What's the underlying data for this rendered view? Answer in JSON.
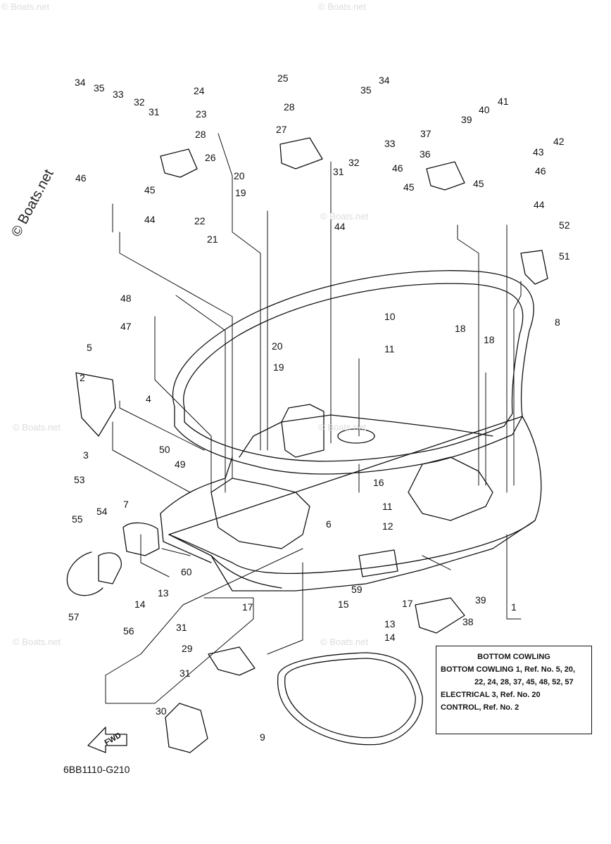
{
  "brand": "© Boats.net",
  "watermark_text": "© Boats.net",
  "footer_code": "6BB1110-G210",
  "fwd_label": "FWD",
  "legend": {
    "title": "BOTTOM COWLING",
    "line1": "BOTTOM COWLING 1,  Ref. No. 5, 20,",
    "line2": "22, 24, 28, 37, 45, 48, 52, 57",
    "line3": "ELECTRICAL 3,  Ref. No. 20",
    "line4": "CONTROL,  Ref. No. 2"
  },
  "part_numbers": [
    "34",
    "35",
    "33",
    "32",
    "31",
    "28",
    "26",
    "24",
    "25",
    "23",
    "46",
    "45",
    "44",
    "22",
    "21",
    "20",
    "19",
    "27",
    "28",
    "31",
    "32",
    "35",
    "34",
    "33",
    "46",
    "45",
    "44",
    "37",
    "36",
    "39",
    "40",
    "41",
    "42",
    "43",
    "46",
    "45",
    "44",
    "52",
    "51",
    "8",
    "48",
    "47",
    "5",
    "4",
    "2",
    "3",
    "10",
    "11",
    "18",
    "18",
    "20",
    "19",
    "50",
    "49",
    "53",
    "7",
    "54",
    "55",
    "16",
    "11",
    "12",
    "6",
    "60",
    "13",
    "14",
    "17",
    "15",
    "59",
    "17",
    "39",
    "38",
    "13",
    "14",
    "1",
    "57",
    "56",
    "31",
    "29",
    "31",
    "30",
    "9"
  ],
  "icons": [
    "part-callout-lines",
    "cowling-shell",
    "gasket-ring",
    "fwd-arrow-icon"
  ]
}
